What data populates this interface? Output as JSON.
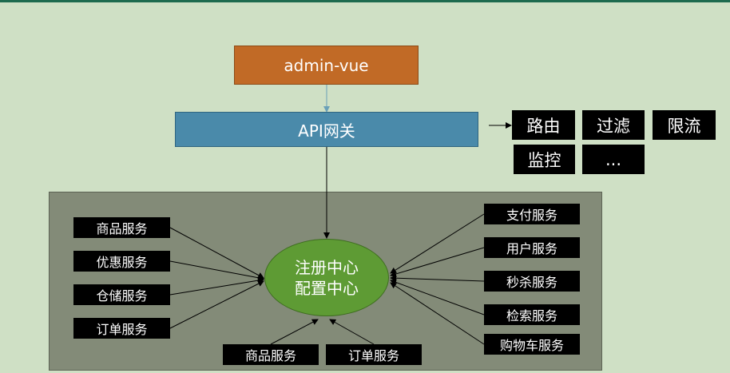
{
  "frontend": {
    "label": "admin-vue"
  },
  "gateway": {
    "label": "API网关",
    "features": [
      "路由",
      "过滤",
      "限流",
      "监控",
      "..."
    ]
  },
  "registry": {
    "line1": "注册中心",
    "line2": "配置中心"
  },
  "services": {
    "left": [
      "商品服务",
      "优惠服务",
      "仓储服务",
      "订单服务"
    ],
    "right": [
      "支付服务",
      "用户服务",
      "秒杀服务",
      "检索服务",
      "购物车服务"
    ],
    "bottom": [
      "商品服务",
      "订单服务"
    ]
  },
  "colors": {
    "background": "#cfe0c5",
    "frontend": "#c16a26",
    "gateway": "#4a8aaa",
    "registry": "#5e9b34",
    "panel": "#838b78"
  }
}
